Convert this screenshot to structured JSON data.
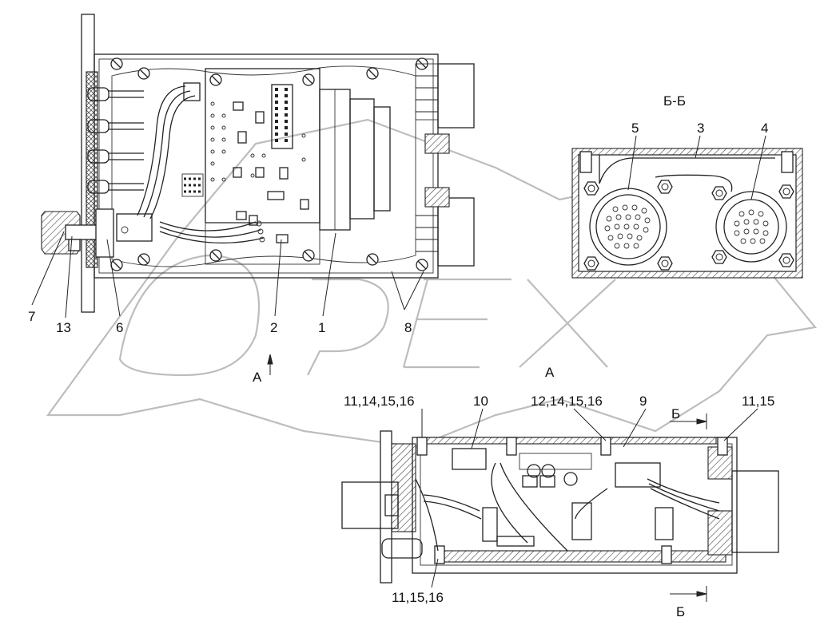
{
  "watermark": "OPEX",
  "section_labels": {
    "bb_title": "Б-Б",
    "a_left": "А",
    "a_right": "А",
    "b_top": "Б",
    "b_bottom": "Б"
  },
  "callouts": {
    "c7": "7",
    "c13": "13",
    "c6": "6",
    "c2": "2",
    "c1": "1",
    "c8": "8",
    "c3": "3",
    "c4": "4",
    "c5": "5",
    "c10": "10",
    "c9": "9",
    "c11_14_15_16": "11,14,15,16",
    "c12_14_15_16": "12,14,15,16",
    "c11_15": "11,15",
    "c11_15_16": "11,15,16"
  }
}
